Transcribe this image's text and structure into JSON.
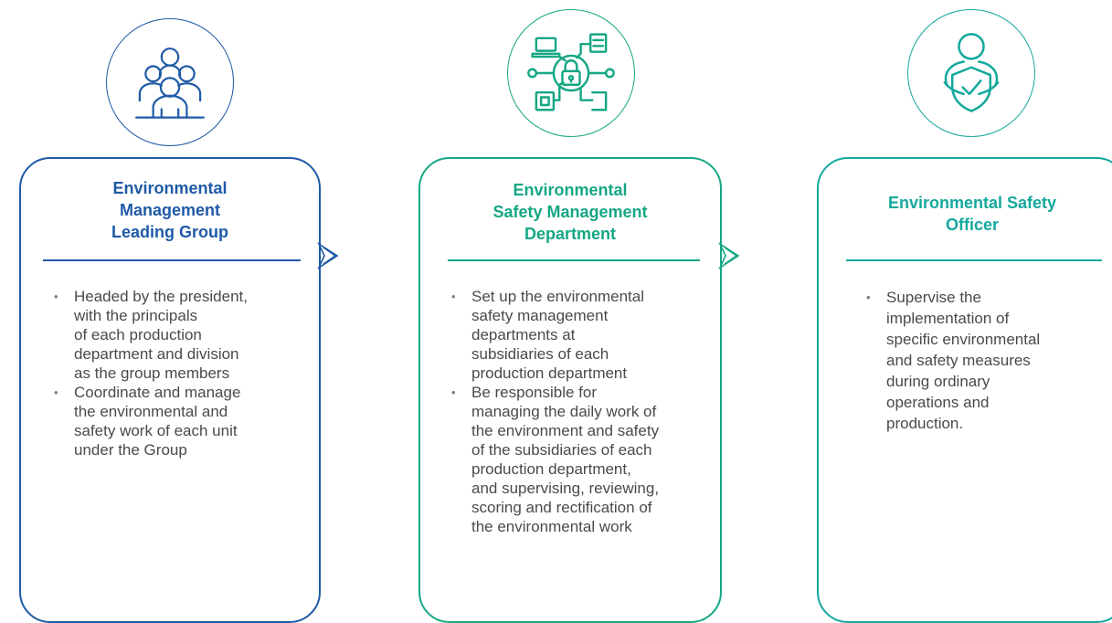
{
  "colors": {
    "blue": "#1f5aa6",
    "green": "#15a784",
    "teal": "#14a89c"
  },
  "cards": [
    {
      "icon": "group-of-people-icon",
      "title": "Environmental\nManagement\nLeading Group",
      "bullets": [
        "Headed by the president,\nwith the principals\nof each production\ndepartment and division\nas the group members",
        "Coordinate and manage\nthe environmental and\nsafety work of each unit\nunder the Group"
      ]
    },
    {
      "icon": "network-lock-icon",
      "title": "Environmental\nSafety Management\nDepartment",
      "bullets": [
        "Set up the environmental\nsafety management\ndepartments at\nsubsidiaries of each\nproduction department",
        "Be responsible for\nmanaging the daily work of\nthe environment and safety\nof the subsidiaries of each\nproduction department,\nand supervising, reviewing,\nscoring and rectification of\nthe environmental work"
      ]
    },
    {
      "icon": "person-shield-check-icon",
      "title": "Environmental Safety\nOfficer",
      "bullets": [
        "Supervise the\nimplementation of\nspecific environmental\nand safety measures\nduring ordinary\noperations and\nproduction."
      ]
    }
  ]
}
